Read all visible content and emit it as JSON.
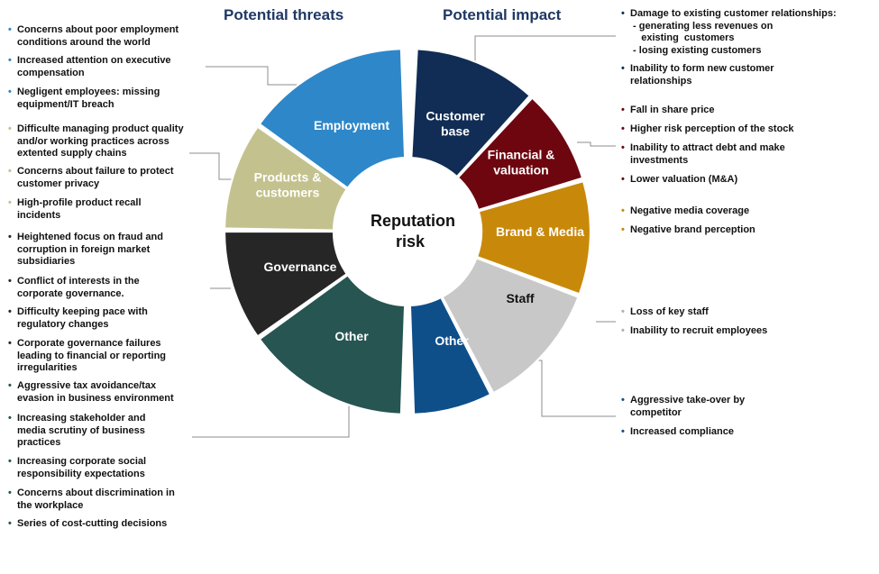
{
  "headings": {
    "threats": "Potential threats",
    "impact": "Potential impact"
  },
  "center": {
    "line1": "Reputation",
    "line2": "risk"
  },
  "segments": {
    "employment": {
      "label": [
        "Employment"
      ],
      "color": "#2e87c8"
    },
    "products": {
      "label": [
        "Products &",
        "customers"
      ],
      "color": "#c3c28e"
    },
    "governance": {
      "label": [
        "Governance"
      ],
      "color": "#262626"
    },
    "other_threats": {
      "label": [
        "Other"
      ],
      "color": "#265552"
    },
    "customer_base": {
      "label": [
        "Customer",
        "base"
      ],
      "color": "#112d55"
    },
    "financial": {
      "label": [
        "Financial &",
        "valuation"
      ],
      "color": "#6e0610"
    },
    "brand": {
      "label": [
        "Brand & Media"
      ],
      "color": "#c8890a"
    },
    "staff": {
      "label": [
        "Staff"
      ],
      "color": "#c8c8c8"
    },
    "other_impact": {
      "label": [
        "Other"
      ],
      "color": "#0e4f8a"
    }
  },
  "threats": {
    "employment": [
      "Concerns about poor employment\nconditions around the world",
      "Increased attention on executive\ncompensation",
      "Negligent employees: missing\nequipment/IT breach"
    ],
    "products": [
      "Difficulte managing product quality\nand/or working practices across\nextented supply chains",
      "Concerns about failure to protect\ncustomer privacy",
      "High-profile product recall\nincidents"
    ],
    "governance": [
      "Heightened focus on fraud and\ncorruption in foreign market\nsubsidiaries",
      "Conflict of interests in the\ncorporate governance.",
      "Difficulty keeping pace with\nregulatory changes",
      "Corporate governance failures\nleading to financial or reporting\nirregularities"
    ],
    "other": [
      "Aggressive tax avoidance/tax\nevasion in business environment",
      "Increasing stakeholder and\nmedia scrutiny of business\npractices",
      "Increasing corporate social\nresponsibility expectations",
      "Concerns about discrimination in\nthe workplace",
      "Series of cost-cutting decisions"
    ]
  },
  "impacts": {
    "customer_base": [
      "Damage to existing customer relationships:\n - generating less revenues on\n    existing  customers\n - losing existing customers",
      "Inability to form new customer\nrelationships"
    ],
    "financial": [
      "Fall in share price",
      "Higher risk perception of the stock",
      "Inability to attract debt and make\ninvestments",
      "Lower valuation (M&A)"
    ],
    "brand": [
      "Negative media coverage",
      "Negative brand perception"
    ],
    "staff": [
      "Loss of key staff",
      "Inability to recruit employees"
    ],
    "other": [
      "Aggressive take-over by\ncompetitor",
      "Increased compliance"
    ]
  }
}
